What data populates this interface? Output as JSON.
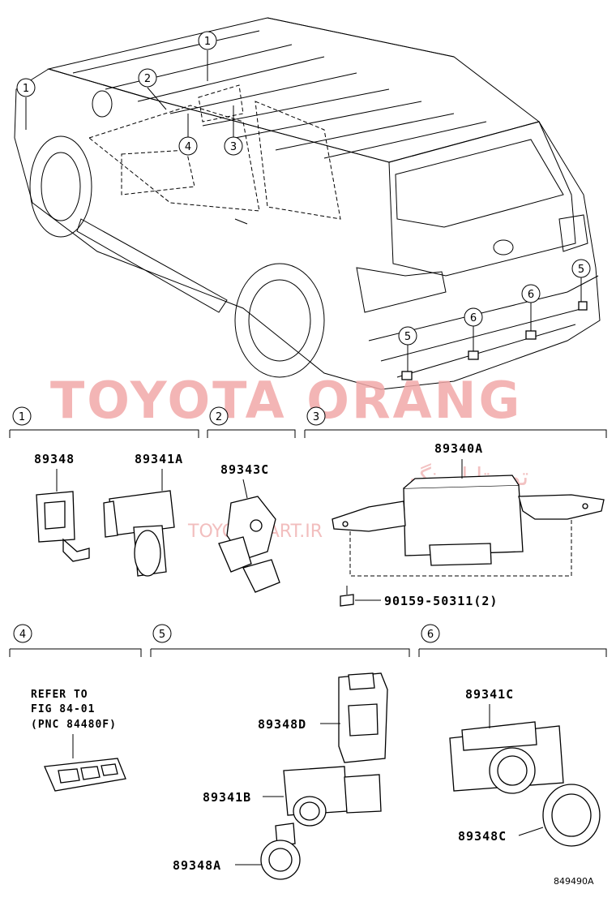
{
  "watermark": {
    "main": "TOYOTA ORANG",
    "farsi": "تویوتا اورنگ",
    "site": "TOYOTAPART.IR"
  },
  "callouts": [
    "1",
    "2",
    "3",
    "4",
    "5",
    "6"
  ],
  "sections": [
    {
      "num": "1",
      "parts": [
        "89348",
        "89341A"
      ]
    },
    {
      "num": "2",
      "parts": [
        "89343C"
      ]
    },
    {
      "num": "3",
      "parts": [
        "89340A",
        "90159-50311(2)"
      ]
    },
    {
      "num": "4",
      "refer": [
        "REFER TO",
        "FIG 84-01",
        "(PNC 84480F)"
      ]
    },
    {
      "num": "5",
      "parts": [
        "89348D",
        "89341B",
        "89348A"
      ]
    },
    {
      "num": "6",
      "parts": [
        "89341C",
        "89348C"
      ]
    }
  ],
  "diagram_code": "849490A"
}
